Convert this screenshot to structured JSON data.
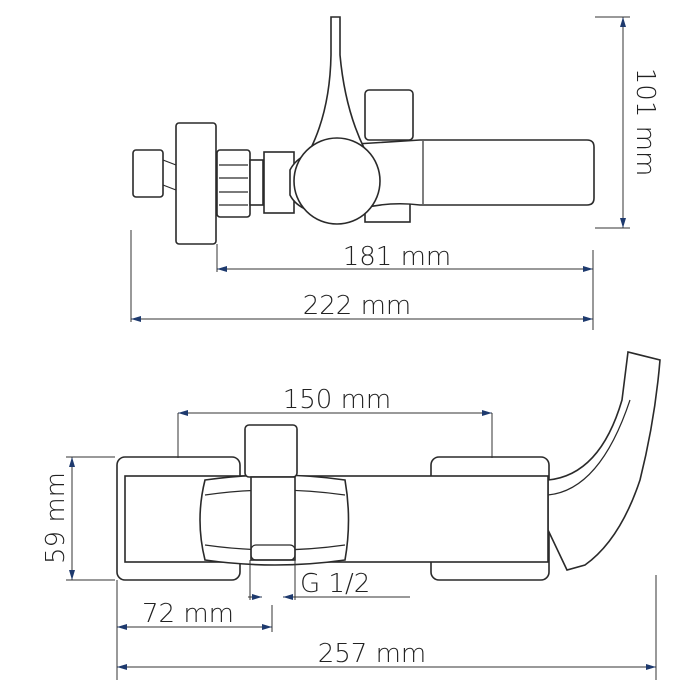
{
  "dimensions": {
    "height_top": "101 mm",
    "depth_body": "181 mm",
    "depth_total": "222 mm",
    "centers": "150 mm",
    "height_front": "59 mm",
    "outlet_offset": "72 mm",
    "width_total": "257 mm",
    "thread": "G 1/2"
  },
  "colors": {
    "line": "#2a2a2a",
    "arrow": "#1e3a6e"
  }
}
